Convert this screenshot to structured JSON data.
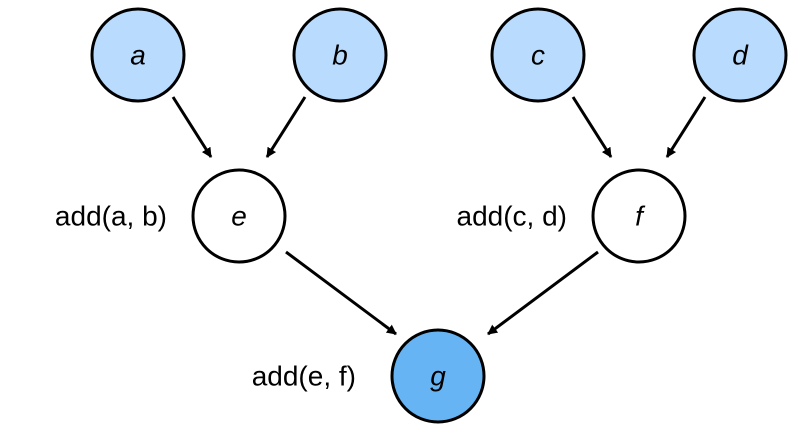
{
  "colors": {
    "input_fill": "#b9dbfd",
    "intermediate_fill": "#ffffff",
    "output_fill": "#66b4f4",
    "stroke": "#000000"
  },
  "nodes": {
    "a": {
      "label": "a",
      "kind": "input"
    },
    "b": {
      "label": "b",
      "kind": "input"
    },
    "c": {
      "label": "c",
      "kind": "input"
    },
    "d": {
      "label": "d",
      "kind": "input"
    },
    "e": {
      "label": "e",
      "kind": "intermediate",
      "operation": "add(a, b)"
    },
    "f": {
      "label": "f",
      "kind": "intermediate",
      "operation": "add(c, d)"
    },
    "g": {
      "label": "g",
      "kind": "output",
      "operation": "add(e, f)"
    }
  },
  "edges": [
    {
      "from": "a",
      "to": "e"
    },
    {
      "from": "b",
      "to": "e"
    },
    {
      "from": "c",
      "to": "f"
    },
    {
      "from": "d",
      "to": "f"
    },
    {
      "from": "e",
      "to": "g"
    },
    {
      "from": "f",
      "to": "g"
    }
  ]
}
